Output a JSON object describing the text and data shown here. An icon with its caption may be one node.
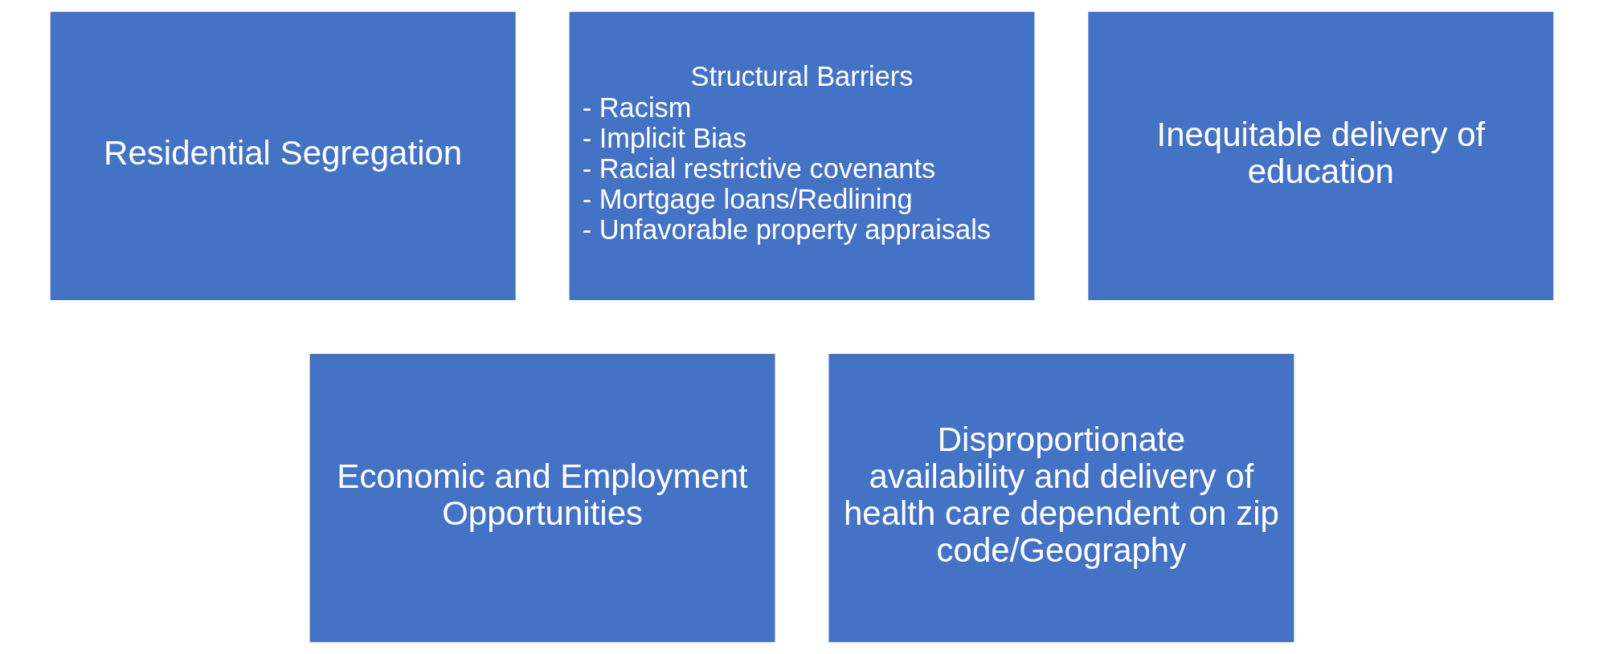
{
  "diagram": {
    "nodes": [
      {
        "text": [
          "Residential Segregation"
        ]
      },
      {
        "text": [
          "Structural Barriers",
          "- Racism",
          "- Implicit Bias",
          "- Racial restrictive covenants",
          "- Mortgage loans/Redlining",
          "- Unfavorable property appraisals"
        ]
      },
      {
        "text": [
          "Inequitable delivery of education"
        ]
      },
      {
        "text": [
          "Economic and Employment Opportunities"
        ]
      },
      {
        "text": [
          "Disproportionate availability and delivery of health care dependent on zip code/Geography"
        ]
      }
    ],
    "edges": []
  }
}
